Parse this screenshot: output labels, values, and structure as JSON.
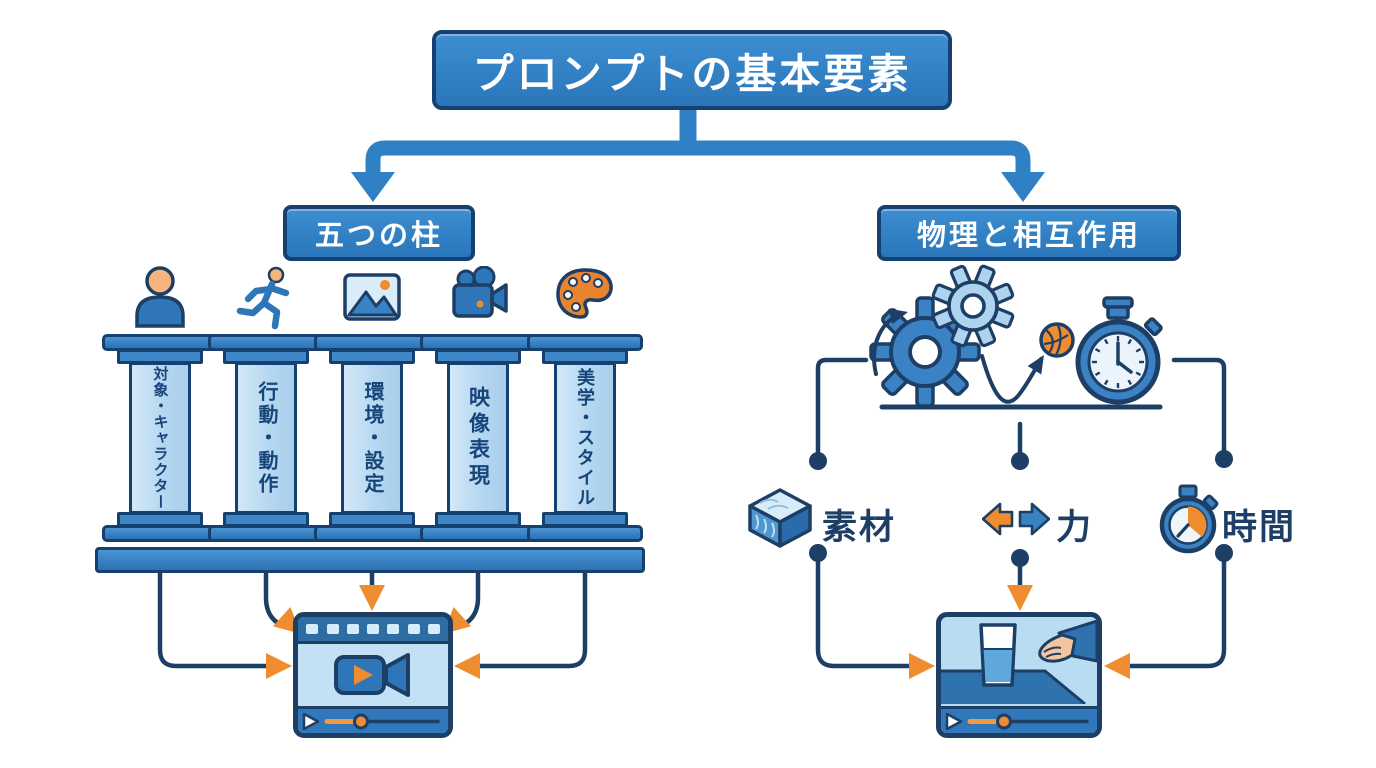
{
  "title": "プロンプトの基本要素",
  "left_branch": {
    "header": "五つの柱",
    "pillars": [
      {
        "label": "対象・キャラクター",
        "icon": "person-icon"
      },
      {
        "label": "行動・動作",
        "icon": "runner-icon"
      },
      {
        "label": "環境・設定",
        "icon": "landscape-image-icon"
      },
      {
        "label": "映像表現",
        "icon": "video-camera-icon"
      },
      {
        "label": "美学・スタイル",
        "icon": "palette-icon"
      }
    ],
    "output_icon": "video-player-with-camera"
  },
  "right_branch": {
    "header": "物理と相互作用",
    "scene_icons": [
      "gears-icon",
      "swirl-arrow-icon",
      "bouncing-ball-icon",
      "stopwatch-icon"
    ],
    "factors": [
      {
        "label": "素材",
        "icon": "material-cube-icon"
      },
      {
        "label": "力",
        "icon": "opposing-forces-icon"
      },
      {
        "label": "時間",
        "icon": "timer-icon"
      }
    ],
    "output_icon": "video-player-with-glass-and-hand"
  },
  "colors": {
    "primary_blue": "#2e7fc2",
    "mid_blue": "#3b82c4",
    "dark_navy": "#1d3f66",
    "light_blue": "#bcdcf2",
    "accent_orange": "#ef8c30",
    "background": "#ffffff"
  }
}
